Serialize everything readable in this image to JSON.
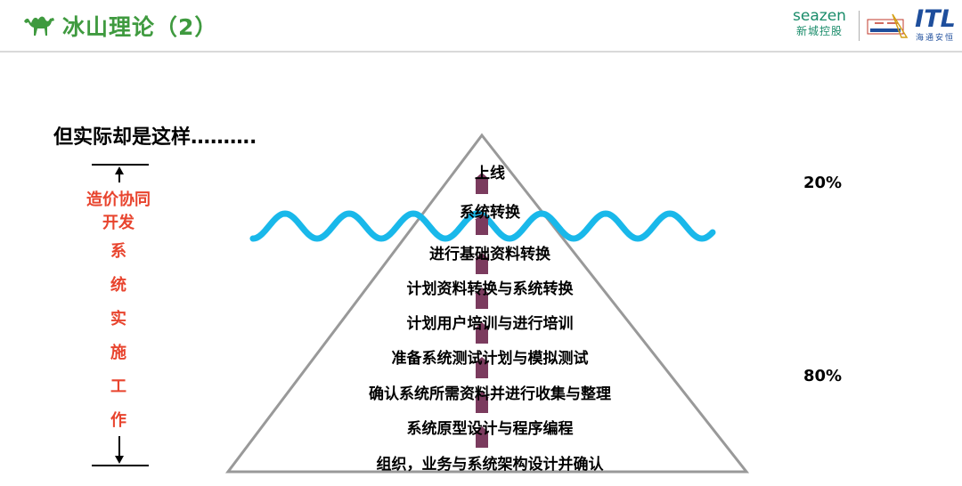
{
  "header": {
    "title": "冰山理论（2）",
    "icon": "camel-icon",
    "accent_color": "#3f9a3f"
  },
  "logos": {
    "seazen_en": "seazen",
    "seazen_cn": "新城控股",
    "itl": "ITL",
    "itl_cn": "海通安恒"
  },
  "subtitle": "但实际却是这样……….",
  "side": {
    "top_label_1": "造价协同",
    "top_label_2": "开发",
    "vertical_chars": [
      "系",
      "统",
      "实",
      "施",
      "工",
      "作"
    ],
    "color": "#e8442e"
  },
  "layers": [
    "上线",
    "系统转换",
    "进行基础资料转换",
    "计划资料转换与系统转换",
    "计划用户培训与进行培训",
    "准备系统测试计划与模拟测试",
    "确认系统所需资料并进行收集与整理",
    "系统原型设计与程序编程",
    "组织，业务与系统架构设计并确认"
  ],
  "percentages": {
    "top": "20%",
    "bottom": "80%"
  },
  "colors": {
    "wave": "#19b8ea",
    "arrow": "#7b3b5e",
    "pyramid": "#999999"
  }
}
